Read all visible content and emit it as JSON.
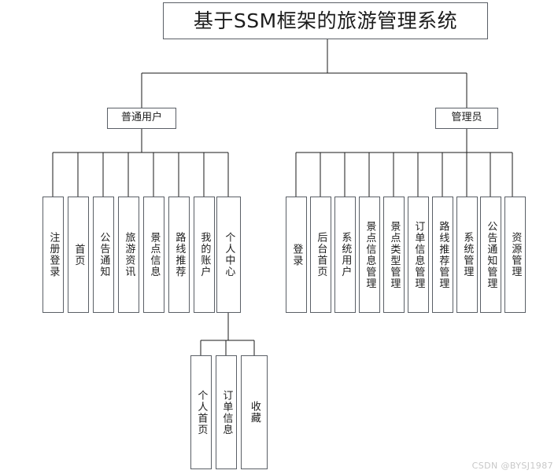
{
  "diagram": {
    "title": "基于SSM框架的旅游管理系统",
    "roles": {
      "user": "普通用户",
      "admin": "管理员"
    },
    "user_functions": [
      "注册登录",
      "首页",
      "公告通知",
      "旅游资讯",
      "景点信息",
      "路线推荐",
      "我的账户",
      "个人中心"
    ],
    "personal_center_children": [
      "个人首页",
      "订单信息",
      "收藏"
    ],
    "admin_functions": [
      "登录",
      "后台首页",
      "系统用户",
      "景点信息管理",
      "景点类型管理",
      "订单信息管理",
      "路线推荐管理",
      "系统管理",
      "公告通知管理",
      "资源管理"
    ],
    "watermark": "CSDN @BYSJ1987",
    "colors": {
      "border": "#5a5f66",
      "line": "#1a1a1a",
      "text": "#1c1c1c",
      "background": "#ffffff",
      "watermark": "#c8c8c8"
    }
  }
}
